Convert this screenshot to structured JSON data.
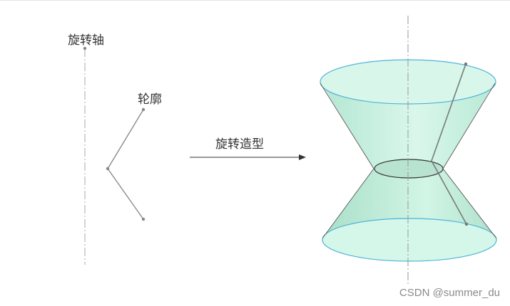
{
  "labels": {
    "rotation_axis": "旋转轴",
    "profile": "轮廓",
    "action": "旋转造型"
  },
  "watermark": "CSDN @summer_du",
  "colors": {
    "surface_fill": "#c7f0e0",
    "rim_stroke": "#4db3d8",
    "axis_stroke": "#aaaaaa",
    "profile_stroke": "#888888",
    "outline_stroke": "#444444",
    "arrow_stroke": "#333333"
  }
}
